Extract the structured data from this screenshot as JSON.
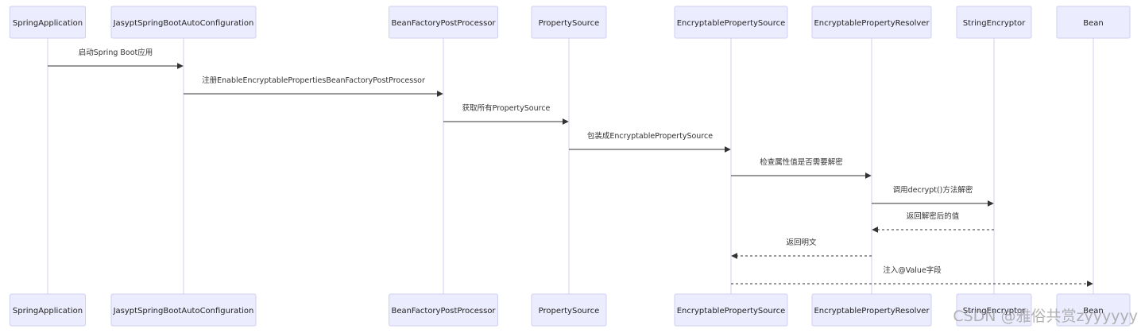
{
  "diagram": {
    "type": "sequence",
    "actors": [
      "SpringApplication",
      "JasyptSpringBootAutoConfiguration",
      "BeanFactoryPostProcessor",
      "PropertySource",
      "EncryptablePropertySource",
      "EncryptablePropertyResolver",
      "StringEncryptor",
      "Bean"
    ],
    "messages": [
      {
        "from": 0,
        "to": 1,
        "text": "启动Spring Boot应用",
        "style": "solid"
      },
      {
        "from": 1,
        "to": 2,
        "text": "注册EnableEncryptablePropertiesBeanFactoryPostProcessor",
        "style": "solid"
      },
      {
        "from": 2,
        "to": 3,
        "text": "获取所有PropertySource",
        "style": "solid"
      },
      {
        "from": 3,
        "to": 4,
        "text": "包装成EncryptablePropertySource",
        "style": "solid"
      },
      {
        "from": 4,
        "to": 5,
        "text": "检查属性值是否需要解密",
        "style": "solid"
      },
      {
        "from": 5,
        "to": 6,
        "text": "调用decrypt()方法解密",
        "style": "solid"
      },
      {
        "from": 6,
        "to": 5,
        "text": "返回解密后的值",
        "style": "dashed"
      },
      {
        "from": 5,
        "to": 4,
        "text": "返回明文",
        "style": "dashed"
      },
      {
        "from": 4,
        "to": 7,
        "text": "注入@Value字段",
        "style": "dashed"
      }
    ]
  },
  "watermark": "CSDN @雅俗共赏zyyyyyy",
  "colors": {
    "actor_fill": "#ECECFF",
    "actor_border": "#CFCFF2",
    "lifeline": "#CFCFF2",
    "line": "#333333",
    "text": "#333333"
  }
}
